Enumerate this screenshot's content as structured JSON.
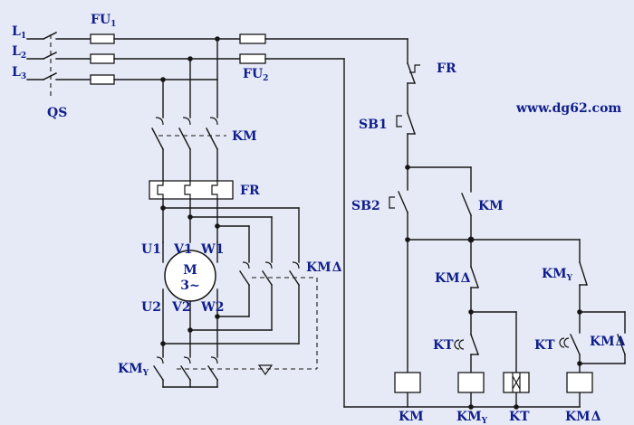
{
  "diagram": {
    "phases": [
      {
        "base": "L",
        "sub": "1"
      },
      {
        "base": "L",
        "sub": "2"
      },
      {
        "base": "L",
        "sub": "3"
      }
    ],
    "qs": "QS",
    "fu1": {
      "base": "FU",
      "sub": "1"
    },
    "fu2": {
      "base": "FU",
      "sub": "2"
    },
    "km_main": "KM",
    "fr_main": "FR",
    "motor": {
      "symbol": "M",
      "phase": "3~"
    },
    "terminals_top": [
      "U1",
      "V1",
      "W1"
    ],
    "terminals_bottom": [
      "U2",
      "V2",
      "W2"
    ],
    "km_delta": {
      "base": "KM",
      "sub": "Δ"
    },
    "km_y": {
      "base": "KM",
      "sub": "Y"
    },
    "control": {
      "fr": "FR",
      "sb1": "SB1",
      "sb2": "SB2",
      "km_hold": "KM",
      "km_delta_nc": {
        "base": "KM",
        "sub": "Δ"
      },
      "km_y_nc": {
        "base": "KM",
        "sub": "Y"
      },
      "kt_left": "KT",
      "kt_right": "KT",
      "km_delta_aux": {
        "base": "KM",
        "sub": "Δ"
      }
    },
    "coils": [
      {
        "base": "KM",
        "sub": ""
      },
      {
        "base": "KM",
        "sub": "Y"
      },
      {
        "base": "KT",
        "sub": ""
      },
      {
        "base": "KM",
        "sub": "Δ"
      }
    ],
    "website": "www.dg62.com"
  }
}
